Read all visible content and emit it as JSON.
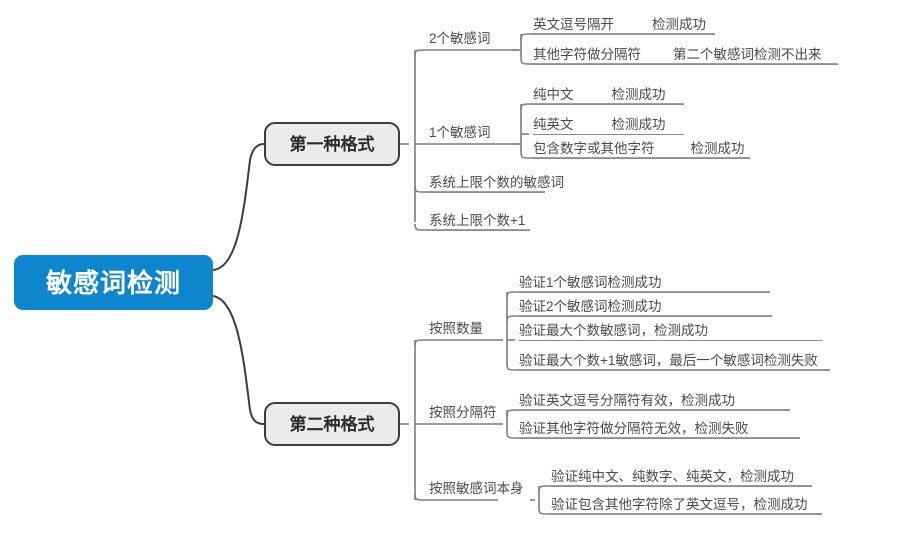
{
  "diagram": {
    "type": "mind-map",
    "title": "敏感词检测",
    "colors": {
      "root_fill": "#0d86ce",
      "root_text": "#ffffff",
      "branch_fill": "#ebebeb",
      "branch_border": "#3d3d3d",
      "text": "#4a4a4a",
      "line": "#7d7d7d",
      "root_line": "#3d3d3d",
      "background": "#ffffff"
    },
    "root": {
      "label": "敏感词检测"
    },
    "branches": [
      {
        "label": "第一种格式",
        "children": [
          {
            "label": "2个敏感词",
            "children": [
              {
                "text": "英文逗号隔开",
                "result": "检测成功"
              },
              {
                "text": "其他字符做分隔符",
                "result": "第二个敏感词检测不出来"
              }
            ]
          },
          {
            "label": "1个敏感词",
            "children": [
              {
                "text": "纯中文",
                "result": "检测成功"
              },
              {
                "text": "纯英文",
                "result": "检测成功"
              },
              {
                "text": "包含数字或其他字符",
                "result": "检测成功"
              }
            ]
          },
          {
            "label": "系统上限个数的敏感词",
            "children": []
          },
          {
            "label": "系统上限个数+1",
            "children": []
          }
        ]
      },
      {
        "label": "第二种格式",
        "children": [
          {
            "label": "按照数量",
            "children": [
              {
                "text": "验证1个敏感词检测成功",
                "result": ""
              },
              {
                "text": "验证2个敏感词检测成功",
                "result": ""
              },
              {
                "text": "验证最大个数敏感词，检测成功",
                "result": ""
              },
              {
                "text": "验证最大个数+1敏感词，最后一个敏感词检测失败",
                "result": ""
              }
            ]
          },
          {
            "label": "按照分隔符",
            "children": [
              {
                "text": "验证英文逗号分隔符有效，检测成功",
                "result": ""
              },
              {
                "text": "验证其他字符做分隔符无效，检测失败",
                "result": ""
              }
            ]
          },
          {
            "label": "按照敏感词本身",
            "children": [
              {
                "text": "验证纯中文、纯数字、纯英文，检测成功",
                "result": ""
              },
              {
                "text": "验证包含其他字符除了英文逗号，检测成功",
                "result": ""
              }
            ]
          }
        ]
      }
    ]
  }
}
